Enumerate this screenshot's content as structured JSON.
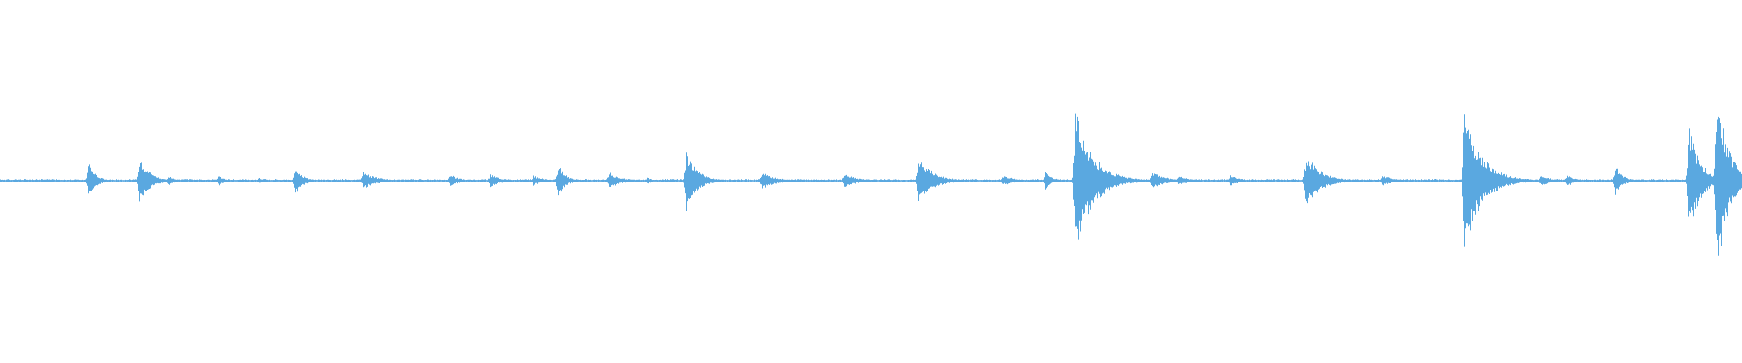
{
  "waveform": {
    "color": "#5aa8e0",
    "baseline_amplitude": 0.01,
    "transients": [
      {
        "time": 0.0505,
        "amplitude": 0.11,
        "decay": 0.004
      },
      {
        "time": 0.0795,
        "amplitude": 0.13,
        "decay": 0.006
      },
      {
        "time": 0.096,
        "amplitude": 0.03,
        "decay": 0.004
      },
      {
        "time": 0.125,
        "amplitude": 0.03,
        "decay": 0.004
      },
      {
        "time": 0.148,
        "amplitude": 0.02,
        "decay": 0.004
      },
      {
        "time": 0.169,
        "amplitude": 0.09,
        "decay": 0.004
      },
      {
        "time": 0.208,
        "amplitude": 0.05,
        "decay": 0.008
      },
      {
        "time": 0.258,
        "amplitude": 0.04,
        "decay": 0.005
      },
      {
        "time": 0.281,
        "amplitude": 0.04,
        "decay": 0.006
      },
      {
        "time": 0.306,
        "amplitude": 0.03,
        "decay": 0.006
      },
      {
        "time": 0.32,
        "amplitude": 0.1,
        "decay": 0.004
      },
      {
        "time": 0.349,
        "amplitude": 0.05,
        "decay": 0.007
      },
      {
        "time": 0.371,
        "amplitude": 0.02,
        "decay": 0.004
      },
      {
        "time": 0.3935,
        "amplitude": 0.18,
        "decay": 0.006
      },
      {
        "time": 0.437,
        "amplitude": 0.05,
        "decay": 0.008
      },
      {
        "time": 0.484,
        "amplitude": 0.04,
        "decay": 0.008
      },
      {
        "time": 0.527,
        "amplitude": 0.14,
        "decay": 0.008
      },
      {
        "time": 0.575,
        "amplitude": 0.03,
        "decay": 0.008
      },
      {
        "time": 0.6,
        "amplitude": 0.05,
        "decay": 0.004
      },
      {
        "time": 0.617,
        "amplitude": 0.4,
        "decay": 0.01
      },
      {
        "time": 0.661,
        "amplitude": 0.05,
        "decay": 0.008
      },
      {
        "time": 0.676,
        "amplitude": 0.03,
        "decay": 0.006
      },
      {
        "time": 0.706,
        "amplitude": 0.03,
        "decay": 0.006
      },
      {
        "time": 0.749,
        "amplitude": 0.17,
        "decay": 0.008
      },
      {
        "time": 0.793,
        "amplitude": 0.03,
        "decay": 0.008
      },
      {
        "time": 0.84,
        "amplitude": 0.4,
        "decay": 0.01
      },
      {
        "time": 0.884,
        "amplitude": 0.04,
        "decay": 0.005
      },
      {
        "time": 0.899,
        "amplitude": 0.04,
        "decay": 0.004
      },
      {
        "time": 0.927,
        "amplitude": 0.09,
        "decay": 0.004
      },
      {
        "time": 0.969,
        "amplitude": 0.35,
        "decay": 0.006
      },
      {
        "time": 0.985,
        "amplitude": 0.6,
        "decay": 0.006
      },
      {
        "time": 0.993,
        "amplitude": 0.03,
        "decay": 0.004
      }
    ]
  }
}
